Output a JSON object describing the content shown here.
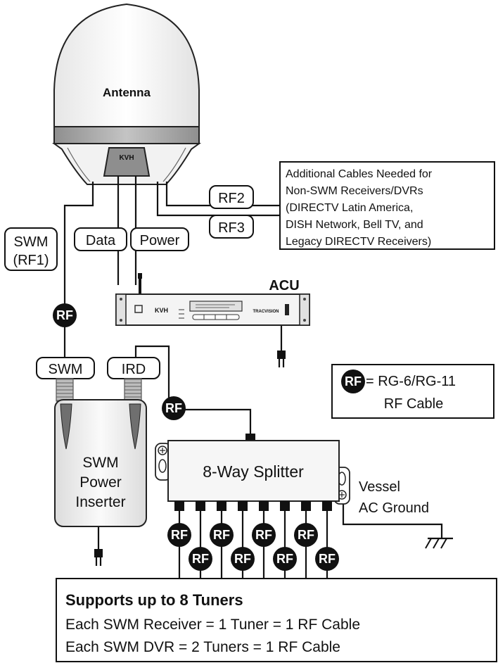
{
  "antenna": {
    "label": "Antenna",
    "brand": "KVH"
  },
  "cable_labels": {
    "rf2": "RF2",
    "rf3": "RF3",
    "swm_rf1_line1": "SWM",
    "swm_rf1_line2": "(RF1)",
    "data": "Data",
    "power": "Power",
    "swm": "SWM",
    "ird": "IRD"
  },
  "additional_cables_note": [
    "Additional Cables Needed for",
    "Non-SWM Receivers/DVRs",
    "(DIRECTV Latin America,",
    "DISH Network, Bell TV, and",
    "Legacy DIRECTV Receivers)"
  ],
  "acu": {
    "label": "ACU",
    "brand": "KVH",
    "sub_brand": "TRACVISION"
  },
  "rf_badge": "RF",
  "legend": {
    "line1": "= RG-6/RG-11",
    "line2": "RF Cable"
  },
  "power_inserter": {
    "line1": "SWM",
    "line2": "Power",
    "line3": "Inserter"
  },
  "splitter": {
    "label": "8-Way Splitter"
  },
  "ground": {
    "line1": "Vessel",
    "line2": "AC Ground"
  },
  "support_box": {
    "title": "Supports up to 8 Tuners",
    "line1": "Each SWM Receiver = 1 Tuner = 1 RF Cable",
    "line2": "Each SWM DVR = 2 Tuners = 1 RF Cable"
  },
  "colors": {
    "line": "#111111",
    "badge": "#111111",
    "dome": "#f4f4f4",
    "base": "#a9a9a9"
  }
}
